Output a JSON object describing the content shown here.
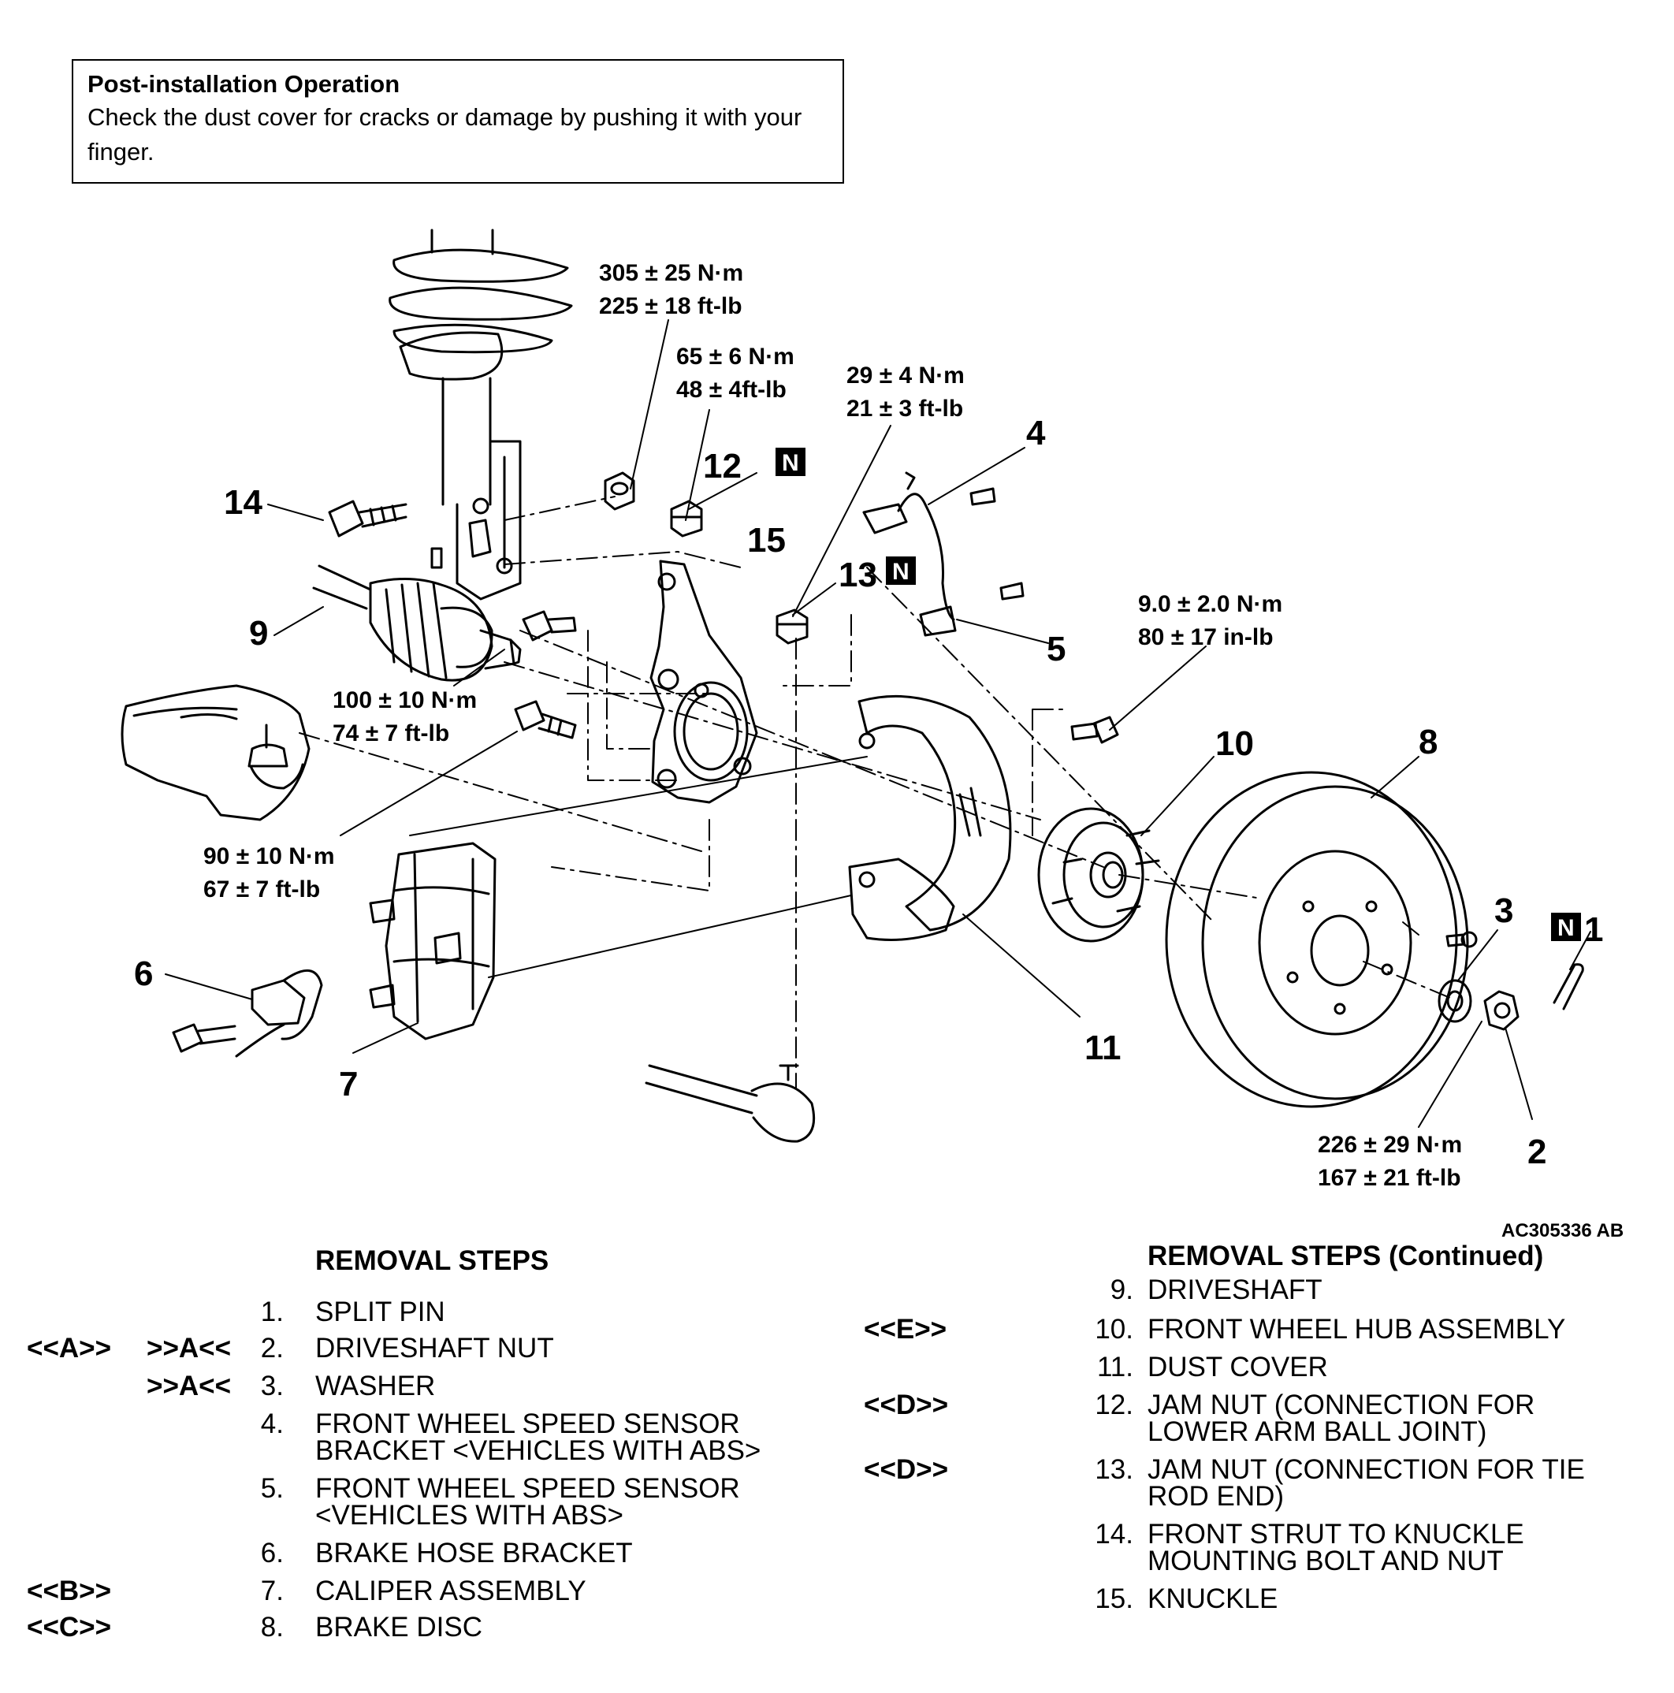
{
  "notice": {
    "title": "Post-installation Operation",
    "body": "Check the dust cover for cracks or damage by pushing it with your finger."
  },
  "callouts": {
    "c1": "1",
    "c2": "2",
    "c3": "3",
    "c4": "4",
    "c5": "5",
    "c6": "6",
    "c7": "7",
    "c8": "8",
    "c9": "9",
    "c10": "10",
    "c11": "11",
    "c12": "12",
    "c13": "13",
    "c14": "14",
    "c15": "15"
  },
  "new_part_mark": "N",
  "torques": {
    "t305_nm": "305 ± 25 N·m",
    "t305_ft": "225 ± 18 ft-lb",
    "t65_nm": "65 ± 6 N·m",
    "t65_ft": "48 ± 4ft-lb",
    "t29_nm": "29 ± 4 N·m",
    "t29_ft": "21 ± 3 ft-lb",
    "t9_nm": "9.0 ± 2.0 N·m",
    "t9_in": "80 ± 17 in-lb",
    "t100_nm": "100 ± 10 N·m",
    "t100_ft": "74 ± 7 ft-lb",
    "t90_nm": "90 ± 10 N·m",
    "t90_ft": "67 ± 7 ft-lb",
    "t226_nm": "226 ± 29 N·m",
    "t226_ft": "167 ± 21 ft-lb"
  },
  "figure_id": "AC305336 AB",
  "removal_steps": {
    "title": "REMOVAL STEPS",
    "left": [
      {
        "ref_removal": "",
        "ref_install": "",
        "num": "1.",
        "lines": [
          "SPLIT PIN"
        ]
      },
      {
        "ref_removal": "<<A>>",
        "ref_install": ">>A<<",
        "num": "2.",
        "lines": [
          "DRIVESHAFT NUT"
        ]
      },
      {
        "ref_removal": "",
        "ref_install": ">>A<<",
        "num": "3.",
        "lines": [
          "WASHER"
        ]
      },
      {
        "ref_removal": "",
        "ref_install": "",
        "num": "4.",
        "lines": [
          "FRONT WHEEL SPEED SENSOR",
          "BRACKET <VEHICLES WITH ABS>"
        ]
      },
      {
        "ref_removal": "",
        "ref_install": "",
        "num": "5.",
        "lines": [
          "FRONT WHEEL SPEED SENSOR",
          "<VEHICLES WITH ABS>"
        ]
      },
      {
        "ref_removal": "",
        "ref_install": "",
        "num": "6.",
        "lines": [
          "BRAKE HOSE BRACKET"
        ]
      },
      {
        "ref_removal": "<<B>>",
        "ref_install": "",
        "num": "7.",
        "lines": [
          "CALIPER ASSEMBLY"
        ]
      },
      {
        "ref_removal": "<<C>>",
        "ref_install": "",
        "num": "8.",
        "lines": [
          "BRAKE DISC"
        ]
      }
    ]
  },
  "removal_steps_continued": {
    "title": "REMOVAL STEPS  (Continued)",
    "right": [
      {
        "ref_removal": "",
        "num": "9.",
        "lines": [
          "DRIVESHAFT"
        ]
      },
      {
        "ref_removal": "<<E>>",
        "num": "10.",
        "lines": [
          "FRONT WHEEL HUB ASSEMBLY"
        ]
      },
      {
        "ref_removal": "",
        "num": "11.",
        "lines": [
          "DUST COVER"
        ]
      },
      {
        "ref_removal": "<<D>>",
        "num": "12.",
        "lines": [
          "JAM NUT (CONNECTION FOR",
          "LOWER ARM BALL JOINT)"
        ]
      },
      {
        "ref_removal": "<<D>>",
        "num": "13.",
        "lines": [
          "JAM NUT (CONNECTION FOR TIE",
          "ROD END)"
        ]
      },
      {
        "ref_removal": "",
        "num": "14.",
        "lines": [
          "FRONT STRUT TO KNUCKLE",
          "MOUNTING BOLT AND NUT"
        ]
      },
      {
        "ref_removal": "",
        "num": "15.",
        "lines": [
          "KNUCKLE"
        ]
      }
    ]
  }
}
